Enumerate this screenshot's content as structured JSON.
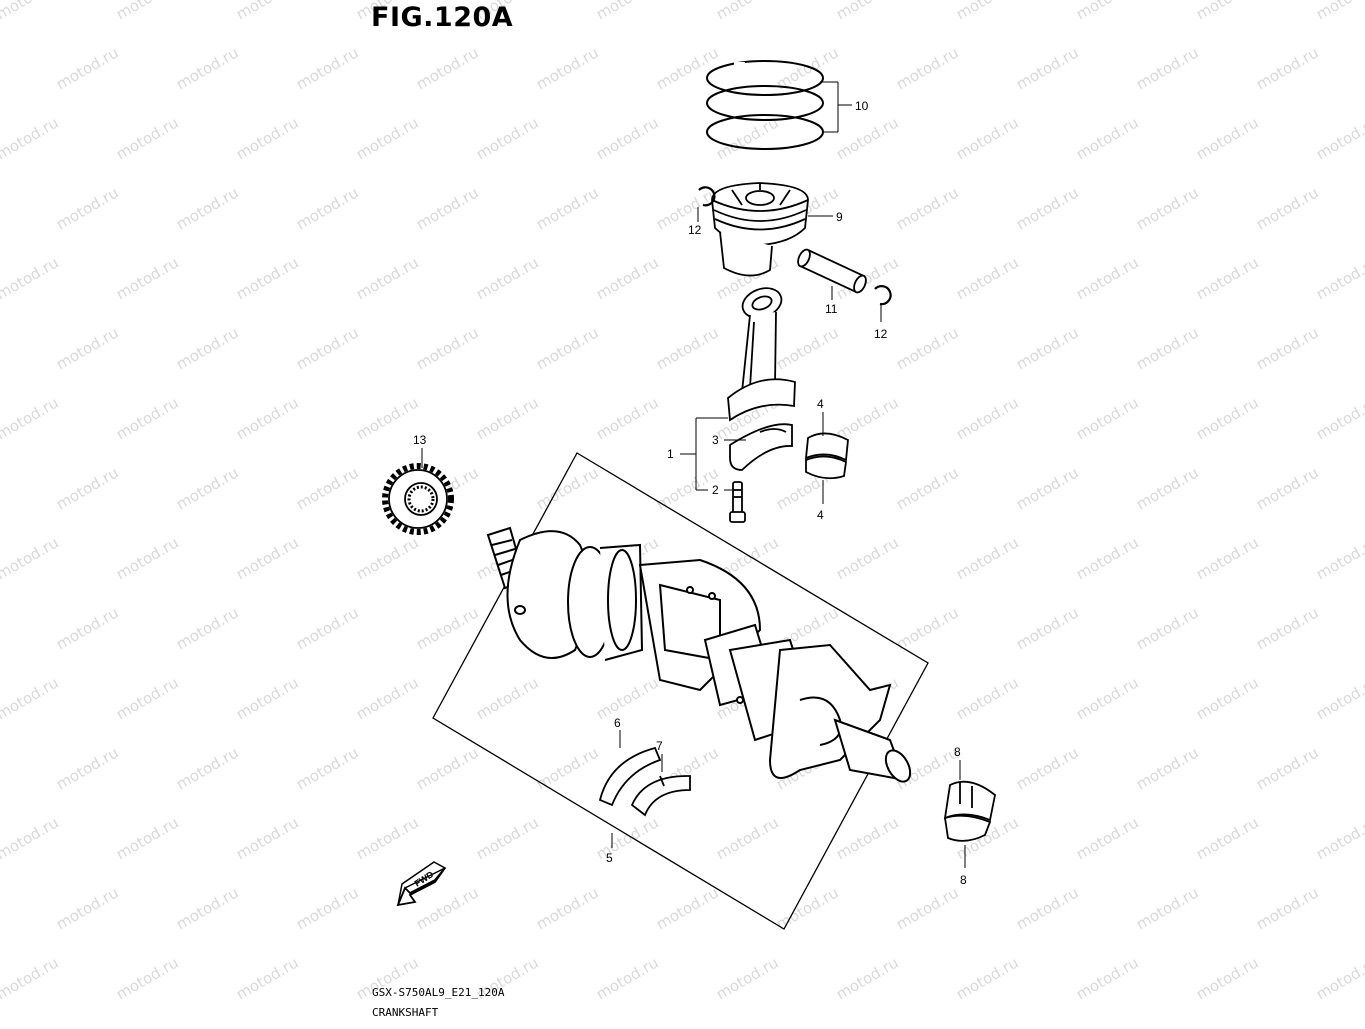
{
  "figure": {
    "title": "FIG.120A",
    "model_code": "GSX-S750AL9_E21_120A",
    "section_name": "CRANKSHAFT",
    "watermark": "motod.ru",
    "direction_label": "FWD"
  },
  "callouts": {
    "c1": "1",
    "c2": "2",
    "c3": "3",
    "c4a": "4",
    "c4b": "4",
    "c5": "5",
    "c6": "6",
    "c7": "7",
    "c8a": "8",
    "c8b": "8",
    "c9": "9",
    "c10": "10",
    "c11": "11",
    "c12a": "12",
    "c12b": "12",
    "c13": "13"
  }
}
